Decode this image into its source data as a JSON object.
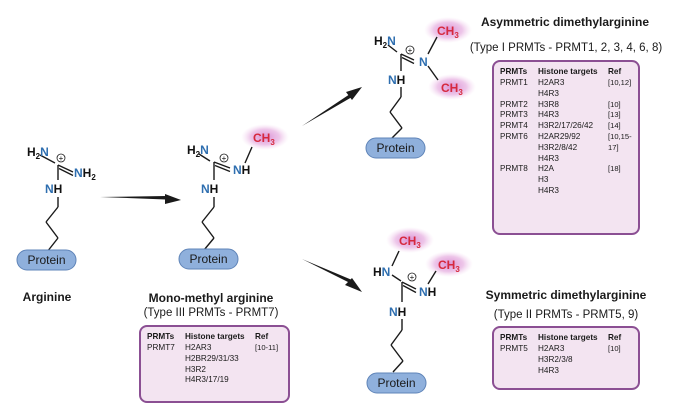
{
  "molecules": {
    "arginine": {
      "atoms": {
        "n1": "N",
        "h1": "H",
        "sub1": "2",
        "plus": "+",
        "n2": "N",
        "h2": "H",
        "sub2": "2",
        "n3": "N",
        "h3": "H"
      },
      "protein": "Protein",
      "title": "Arginine"
    },
    "mono": {
      "atoms": {
        "n1": "N",
        "h1": "H",
        "sub1": "2",
        "plus": "+",
        "n2": "N",
        "h2": "H",
        "n3": "N",
        "h3": "H",
        "ch3": "CH",
        "ch3sub": "3"
      },
      "protein": "Protein",
      "title": "Mono-methyl arginine",
      "subtitle": "(Type III PRMTs - PRMT7)"
    },
    "adma": {
      "atoms": {
        "n1": "N",
        "h1": "H",
        "sub1": "2",
        "plus": "+",
        "n2": "N",
        "n3": "N",
        "h3": "H",
        "ch3a": "CH",
        "ch3asub": "3",
        "ch3b": "CH",
        "ch3bsub": "3"
      },
      "protein": "Protein",
      "title": "Asymmetric dimethylarginine",
      "subtitle": "(Type I PRMTs - PRMT1, 2, 3, 4, 6, 8)"
    },
    "sdma": {
      "atoms": {
        "h1": "H",
        "n1": "N",
        "plus": "+",
        "n2": "N",
        "h2": "H",
        "n3": "N",
        "h3": "H",
        "ch3a": "CH",
        "ch3asub": "3",
        "ch3b": "CH",
        "ch3bsub": "3"
      },
      "protein": "Protein",
      "title": "Symmetric dimethylarginine",
      "subtitle": "(Type II PRMTs - PRMT5, 9)"
    }
  },
  "tables": {
    "mono": {
      "headers": {
        "prmts": "PRMTs",
        "targets": "Histone targets",
        "ref": "Ref"
      },
      "rows": [
        {
          "prmt": "PRMT7",
          "targets": [
            "H2AR3",
            "H2BR29/31/33",
            "H3R2",
            "H4R3/17/19"
          ],
          "ref": "[10-11]"
        }
      ]
    },
    "adma": {
      "headers": {
        "prmts": "PRMTs",
        "targets": "Histone targets",
        "ref": "Ref"
      },
      "rows": [
        {
          "prmt": "PRMT1",
          "targets": [
            "H2AR3",
            "H4R3"
          ],
          "ref": "[10,12]"
        },
        {
          "prmt": "PRMT2",
          "targets": [
            "H3R8"
          ],
          "ref": "[10]"
        },
        {
          "prmt": "PRMT3",
          "targets": [
            "H4R3"
          ],
          "ref": "[13]"
        },
        {
          "prmt": "PRMT4",
          "targets": [
            "H3R2/17/26/42"
          ],
          "ref": "[14]"
        },
        {
          "prmt": "PRMT6",
          "targets": [
            "H2AR29/92",
            "H3R2/8/42",
            "H4R3"
          ],
          "ref": "[10,15-17]"
        },
        {
          "prmt": "PRMT8",
          "targets": [
            "H2A",
            "H3",
            "H4R3"
          ],
          "ref": "[18]"
        }
      ]
    },
    "sdma": {
      "headers": {
        "prmts": "PRMTs",
        "targets": "Histone targets",
        "ref": "Ref"
      },
      "rows": [
        {
          "prmt": "PRMT5",
          "targets": [
            "H2AR3",
            "H3R2/3/8",
            "H4R3"
          ],
          "ref": "[10]"
        }
      ]
    }
  },
  "colors": {
    "nitrogen": "#2f6fb0",
    "methyl": "#d6293e",
    "protein_fill": "#8fb0dc",
    "table_fill": "#f3e4f1",
    "table_border": "#8b4f93"
  }
}
